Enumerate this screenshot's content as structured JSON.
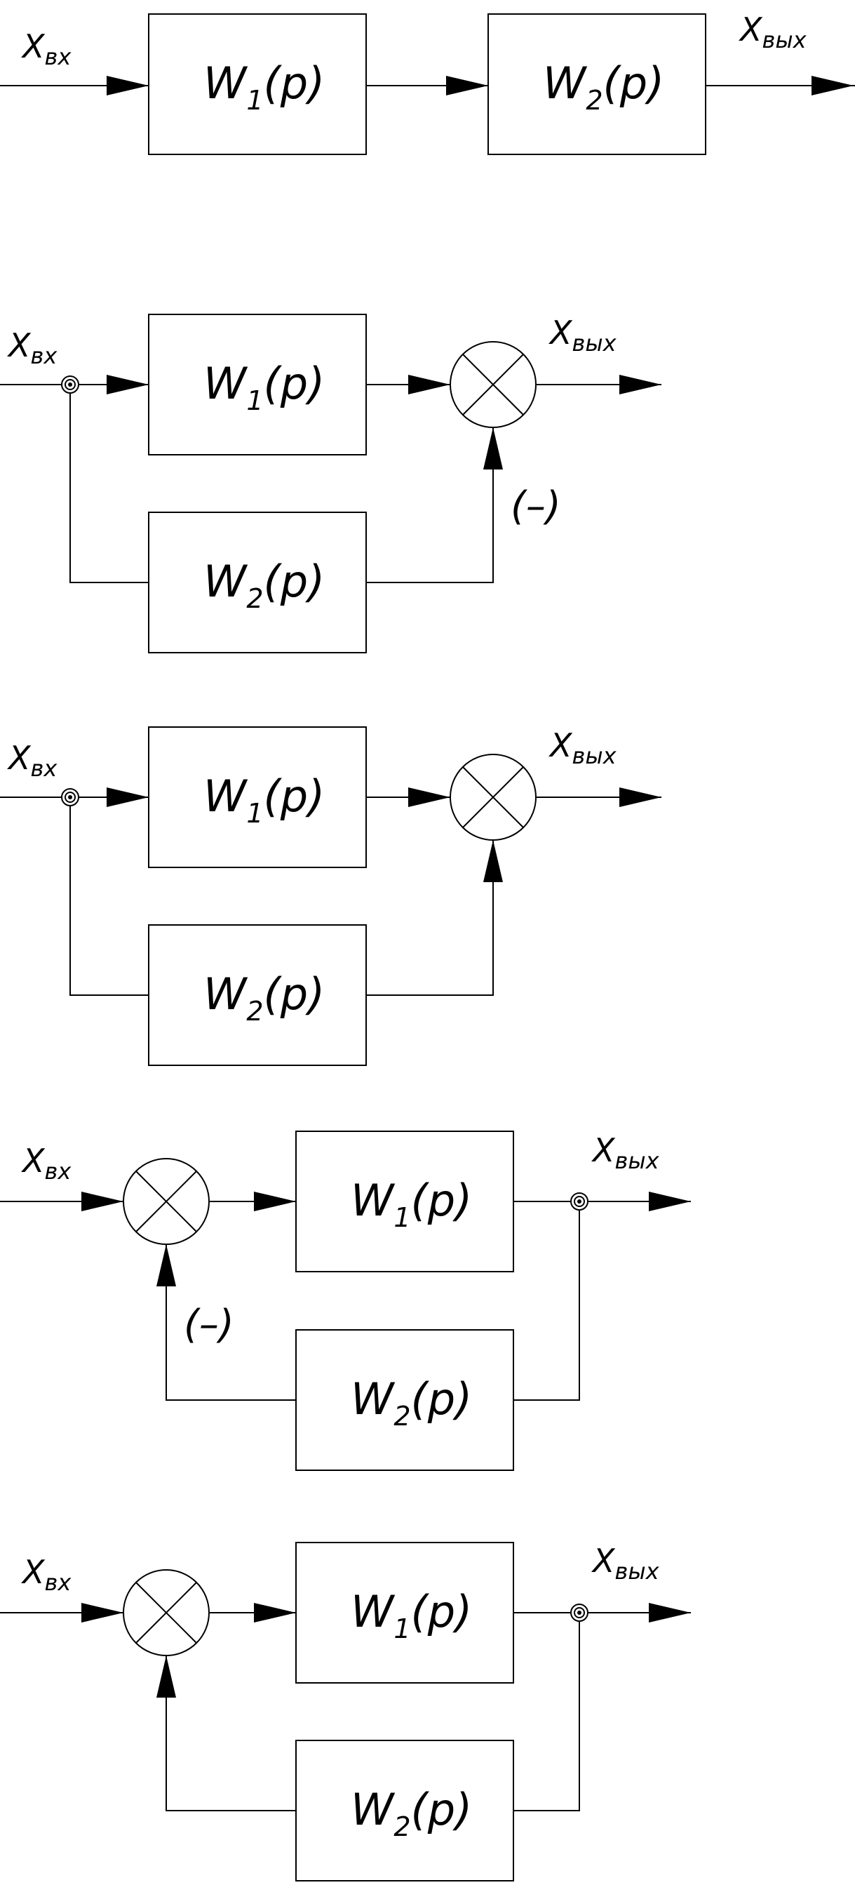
{
  "blocks": {
    "w1": {
      "main": "W",
      "sub": "1",
      "arg": "(p)"
    },
    "w2": {
      "main": "W",
      "sub": "2",
      "arg": "(p)"
    }
  },
  "signals": {
    "in": {
      "main": "X",
      "sub": "вх"
    },
    "out": {
      "main": "X",
      "sub": "вых"
    }
  },
  "signs": {
    "negative": "(–)"
  }
}
